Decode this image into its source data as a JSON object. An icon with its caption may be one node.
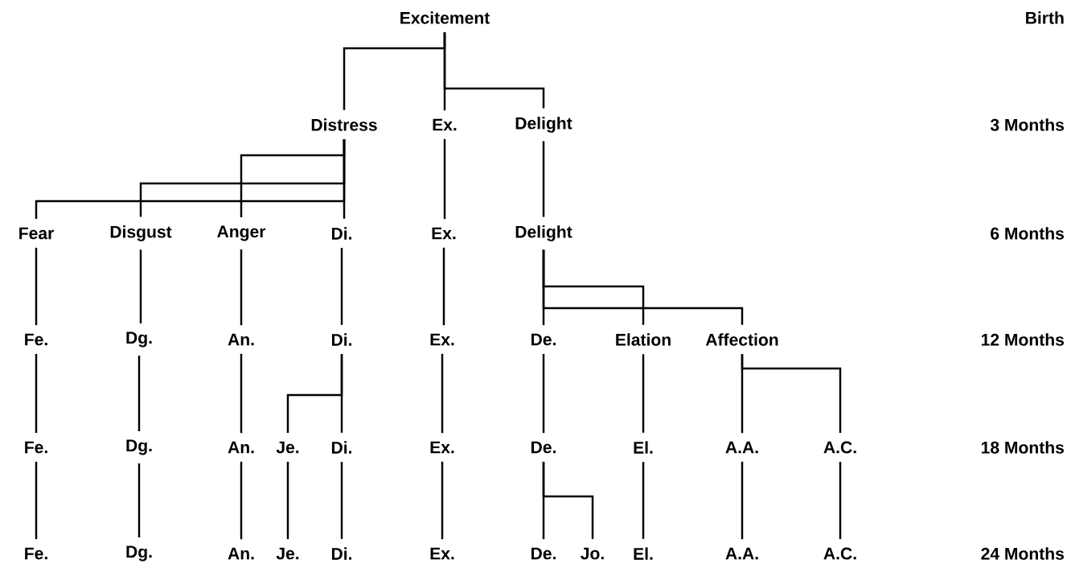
{
  "diagram": {
    "nodes": [
      {
        "text": [
          "Excitement"
        ]
      },
      {
        "text": [
          "Distress"
        ]
      },
      {
        "text": [
          "Ex."
        ]
      },
      {
        "text": [
          "Delight"
        ]
      },
      {
        "text": [
          "Fear"
        ]
      },
      {
        "text": [
          "Disgust"
        ]
      },
      {
        "text": [
          "Anger"
        ]
      },
      {
        "text": [
          "Di."
        ]
      },
      {
        "text": [
          "Ex."
        ]
      },
      {
        "text": [
          "Delight"
        ]
      },
      {
        "text": [
          "Fe."
        ]
      },
      {
        "text": [
          "Dg."
        ]
      },
      {
        "text": [
          "An."
        ]
      },
      {
        "text": [
          "Di."
        ]
      },
      {
        "text": [
          "Ex."
        ]
      },
      {
        "text": [
          "De."
        ]
      },
      {
        "text": [
          "Elation"
        ]
      },
      {
        "text": [
          "Affection"
        ]
      },
      {
        "text": [
          "Fe."
        ]
      },
      {
        "text": [
          "Dg."
        ]
      },
      {
        "text": [
          "An."
        ]
      },
      {
        "text": [
          "Je."
        ]
      },
      {
        "text": [
          "Di."
        ]
      },
      {
        "text": [
          "Ex."
        ]
      },
      {
        "text": [
          "De."
        ]
      },
      {
        "text": [
          "El."
        ]
      },
      {
        "text": [
          "A.A."
        ]
      },
      {
        "text": [
          "A.C."
        ]
      },
      {
        "text": [
          "Fe."
        ]
      },
      {
        "text": [
          "Dg."
        ]
      },
      {
        "text": [
          "An."
        ]
      },
      {
        "text": [
          "Je."
        ]
      },
      {
        "text": [
          "Di."
        ]
      },
      {
        "text": [
          "Ex."
        ]
      },
      {
        "text": [
          "De."
        ]
      },
      {
        "text": [
          "Jo."
        ]
      },
      {
        "text": [
          "El."
        ]
      },
      {
        "text": [
          "A.A."
        ]
      },
      {
        "text": [
          "A.C."
        ]
      }
    ],
    "edges": [
      {
        "from": 0,
        "to": 1,
        "arrow": "none"
      },
      {
        "from": 0,
        "to": 2,
        "arrow": "none"
      },
      {
        "from": 0,
        "to": 3,
        "arrow": "none"
      },
      {
        "from": 1,
        "to": 4,
        "arrow": "none"
      },
      {
        "from": 1,
        "to": 5,
        "arrow": "none"
      },
      {
        "from": 1,
        "to": 6,
        "arrow": "none"
      },
      {
        "from": 1,
        "to": 7,
        "arrow": "none"
      },
      {
        "from": 2,
        "to": 8,
        "arrow": "none"
      },
      {
        "from": 3,
        "to": 9,
        "arrow": "none"
      },
      {
        "from": 4,
        "to": 10,
        "arrow": "none"
      },
      {
        "from": 5,
        "to": 11,
        "arrow": "none"
      },
      {
        "from": 6,
        "to": 12,
        "arrow": "none"
      },
      {
        "from": 7,
        "to": 13,
        "arrow": "none"
      },
      {
        "from": 8,
        "to": 14,
        "arrow": "none"
      },
      {
        "from": 9,
        "to": 15,
        "arrow": "none"
      },
      {
        "from": 9,
        "to": 16,
        "arrow": "none"
      },
      {
        "from": 9,
        "to": 17,
        "arrow": "none"
      },
      {
        "from": 10,
        "to": 18,
        "arrow": "none"
      },
      {
        "from": 11,
        "to": 19,
        "arrow": "none"
      },
      {
        "from": 12,
        "to": 20,
        "arrow": "none"
      },
      {
        "from": 13,
        "to": 21,
        "arrow": "none"
      },
      {
        "from": 13,
        "to": 22,
        "arrow": "none"
      },
      {
        "from": 14,
        "to": 23,
        "arrow": "none"
      },
      {
        "from": 15,
        "to": 24,
        "arrow": "none"
      },
      {
        "from": 16,
        "to": 25,
        "arrow": "none"
      },
      {
        "from": 17,
        "to": 26,
        "arrow": "none"
      },
      {
        "from": 17,
        "to": 27,
        "arrow": "none"
      },
      {
        "from": 18,
        "to": 28,
        "arrow": "none"
      },
      {
        "from": 19,
        "to": 29,
        "arrow": "none"
      },
      {
        "from": 20,
        "to": 30,
        "arrow": "none"
      },
      {
        "from": 21,
        "to": 31,
        "arrow": "none"
      },
      {
        "from": 22,
        "to": 32,
        "arrow": "none"
      },
      {
        "from": 23,
        "to": 33,
        "arrow": "none"
      },
      {
        "from": 24,
        "to": 34,
        "arrow": "none"
      },
      {
        "from": 24,
        "to": 35,
        "arrow": "none"
      },
      {
        "from": 25,
        "to": 36,
        "arrow": "none"
      },
      {
        "from": 26,
        "to": 37,
        "arrow": "none"
      },
      {
        "from": 27,
        "to": 38,
        "arrow": "none"
      }
    ],
    "labels": [
      "Birth",
      "3 Months",
      "6 Months",
      "12 Months",
      "18 Months",
      "24 Months"
    ]
  }
}
